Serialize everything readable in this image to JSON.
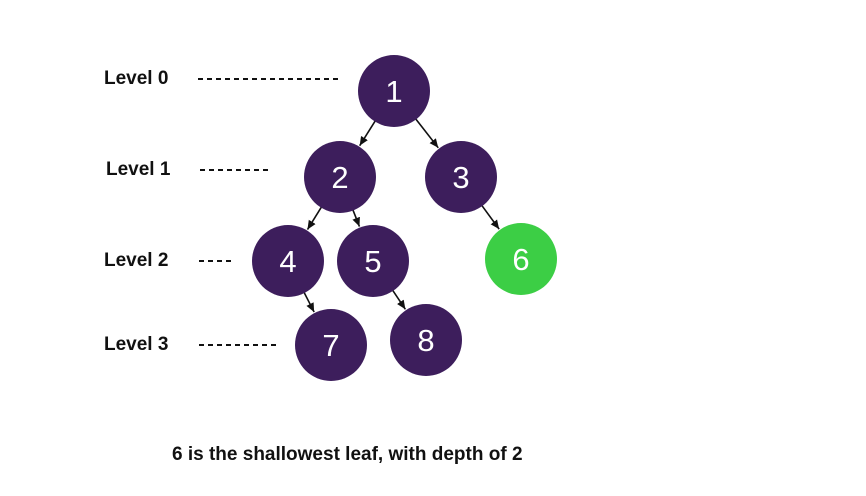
{
  "levels": [
    {
      "label": "Level 0"
    },
    {
      "label": "Level 1"
    },
    {
      "label": "Level 2"
    },
    {
      "label": "Level 3"
    }
  ],
  "nodes": [
    {
      "id": "1",
      "label": "1",
      "highlight": false
    },
    {
      "id": "2",
      "label": "2",
      "highlight": false
    },
    {
      "id": "3",
      "label": "3",
      "highlight": false
    },
    {
      "id": "4",
      "label": "4",
      "highlight": false
    },
    {
      "id": "5",
      "label": "5",
      "highlight": false
    },
    {
      "id": "6",
      "label": "6",
      "highlight": true
    },
    {
      "id": "7",
      "label": "7",
      "highlight": false
    },
    {
      "id": "8",
      "label": "8",
      "highlight": false
    }
  ],
  "edges": [
    {
      "from": "1",
      "to": "2"
    },
    {
      "from": "1",
      "to": "3"
    },
    {
      "from": "2",
      "to": "4"
    },
    {
      "from": "2",
      "to": "5"
    },
    {
      "from": "3",
      "to": "6"
    },
    {
      "from": "4",
      "to": "7"
    },
    {
      "from": "5",
      "to": "8"
    }
  ],
  "colors": {
    "node_fill": "#3d1e5c",
    "highlight_fill": "#3cce45",
    "node_text": "#ffffff",
    "edge": "#111111"
  },
  "caption": "6 is the shallowest leaf, with depth of 2"
}
